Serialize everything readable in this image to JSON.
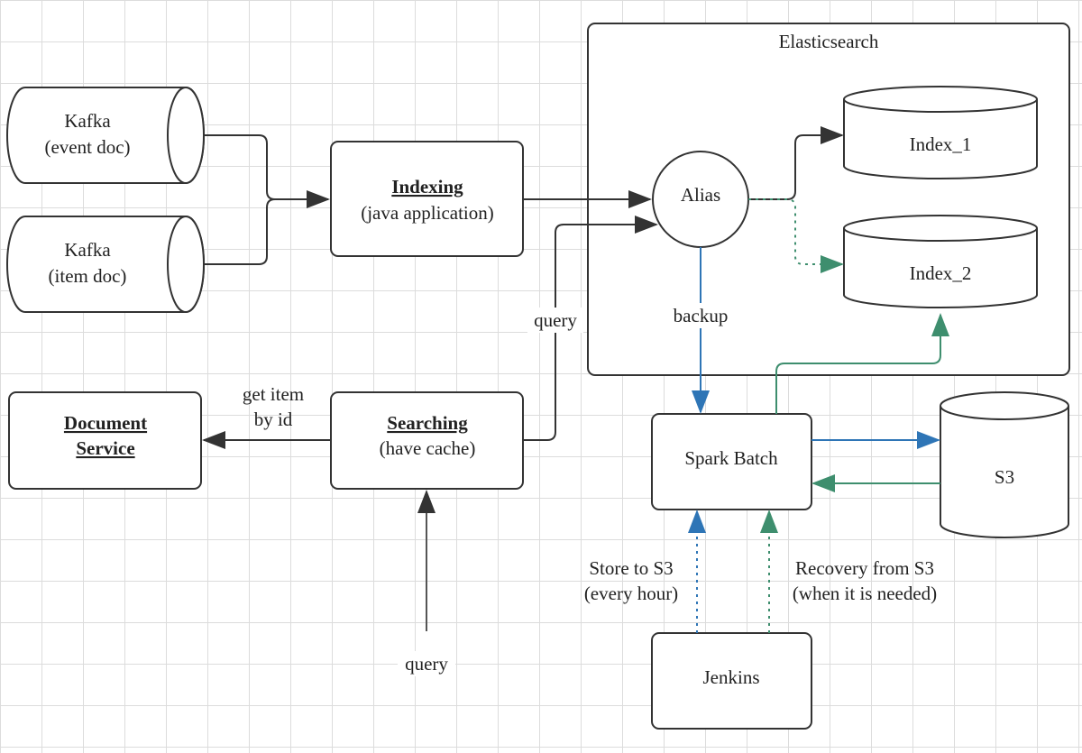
{
  "container": {
    "title": "Elasticsearch"
  },
  "nodes": {
    "kafka_event": {
      "line1": "Kafka",
      "line2": "(event doc)"
    },
    "kafka_item": {
      "line1": "Kafka",
      "line2": "(item doc)"
    },
    "indexing": {
      "title": "Indexing",
      "subtitle": "(java application)"
    },
    "alias": {
      "label": "Alias"
    },
    "index_1": {
      "label": "Index_1"
    },
    "index_2": {
      "label": "Index_2"
    },
    "document_service": {
      "line1": "Document",
      "line2": "Service"
    },
    "searching": {
      "title": "Searching",
      "subtitle": "(have cache)"
    },
    "spark_batch": {
      "label": "Spark Batch"
    },
    "s3": {
      "label": "S3"
    },
    "jenkins": {
      "label": "Jenkins"
    }
  },
  "edges": {
    "query_to_alias": "query",
    "get_item": {
      "line1": "get item",
      "line2": "by id"
    },
    "user_query": "query",
    "backup": "backup",
    "store_to_s3": {
      "line1": "Store to S3",
      "line2": "(every hour)"
    },
    "recovery": {
      "line1": "Recovery from S3",
      "line2": "(when it is needed)"
    }
  },
  "colors": {
    "dark": "#333333",
    "blue": "#2e75b6",
    "green": "#3e8e6e"
  }
}
